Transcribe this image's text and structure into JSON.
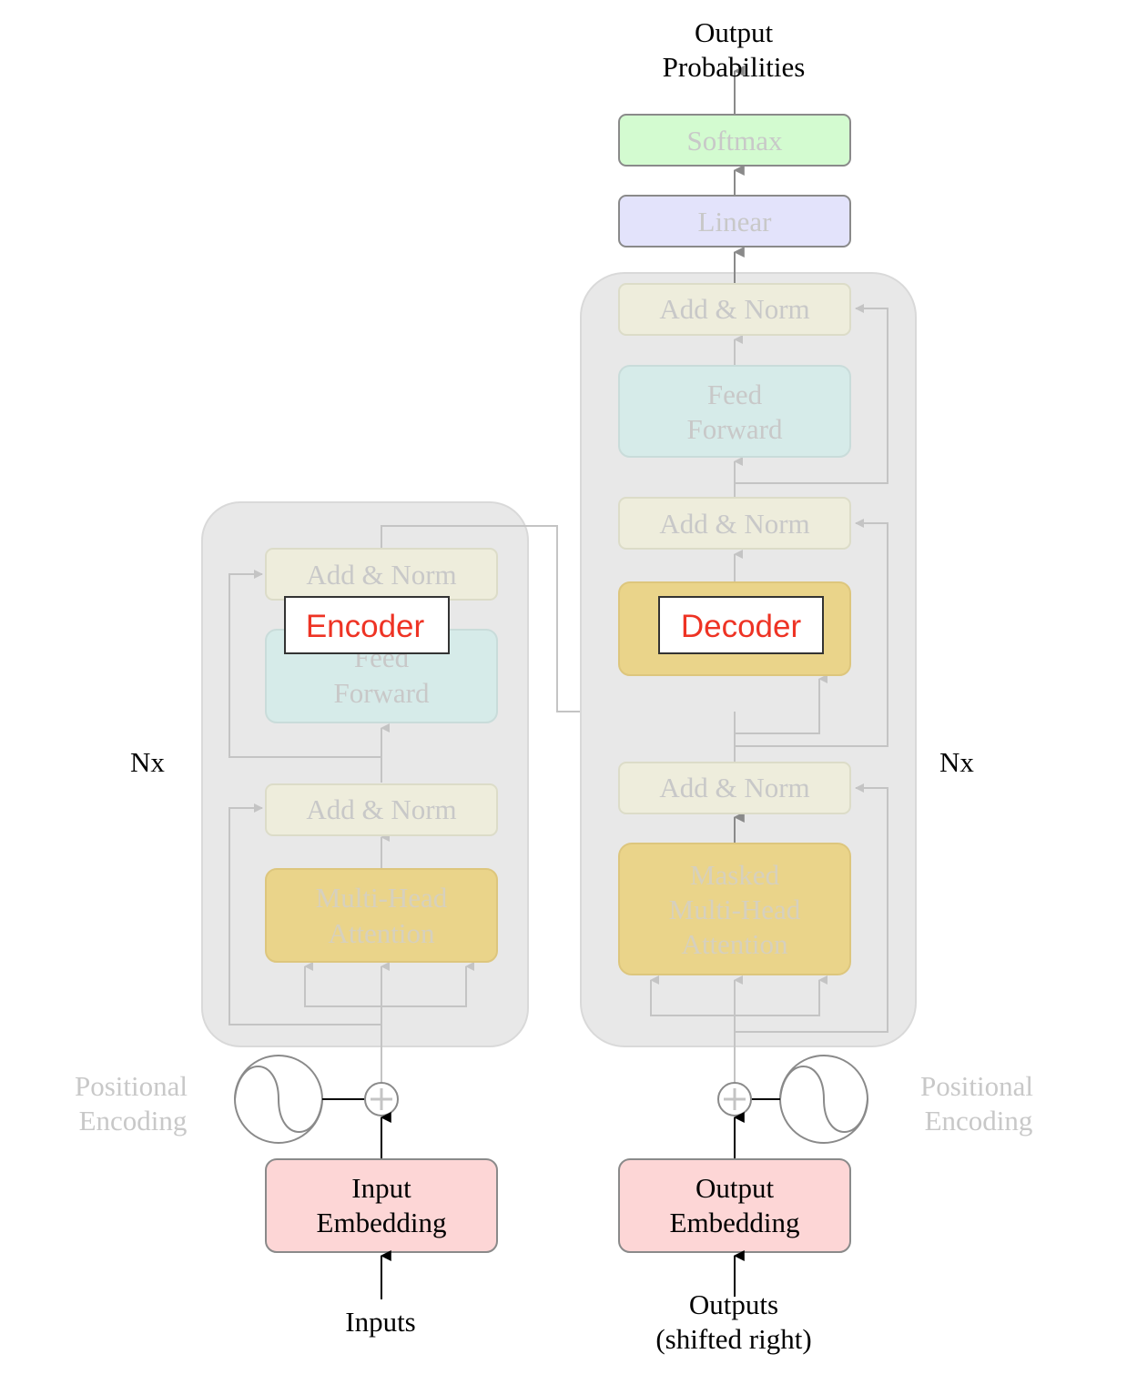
{
  "top_label": [
    "Output",
    "Probabilities"
  ],
  "softmax": "Softmax",
  "linear": "Linear",
  "add_norm": "Add & Norm",
  "feed_forward": [
    "Feed",
    "Forward"
  ],
  "multi_head_attention": [
    "Multi-Head",
    "Attention"
  ],
  "masked_multi_head_attention": [
    "Masked",
    "Multi-Head",
    "Attention"
  ],
  "nx": "Nx",
  "positional_encoding": [
    "Positional",
    "Encoding"
  ],
  "input_embedding": [
    "Input",
    "Embedding"
  ],
  "output_embedding": [
    "Output",
    "Embedding"
  ],
  "inputs": "Inputs",
  "outputs": [
    "Outputs",
    "(shifted right)"
  ],
  "encoder_label": "Encoder",
  "decoder_label": "Decoder",
  "colors": {
    "block_bg": "#e8e8e8",
    "add_norm": "#eeeddc",
    "feed_forward": "#d6ebe9",
    "attention": "#ead48a",
    "embedding": "#fdd6d6",
    "softmax": "#d3fbd0",
    "linear": "#e3e3fb",
    "faded_text": "#c8c8c8",
    "highlight_text": "#ee3324"
  }
}
